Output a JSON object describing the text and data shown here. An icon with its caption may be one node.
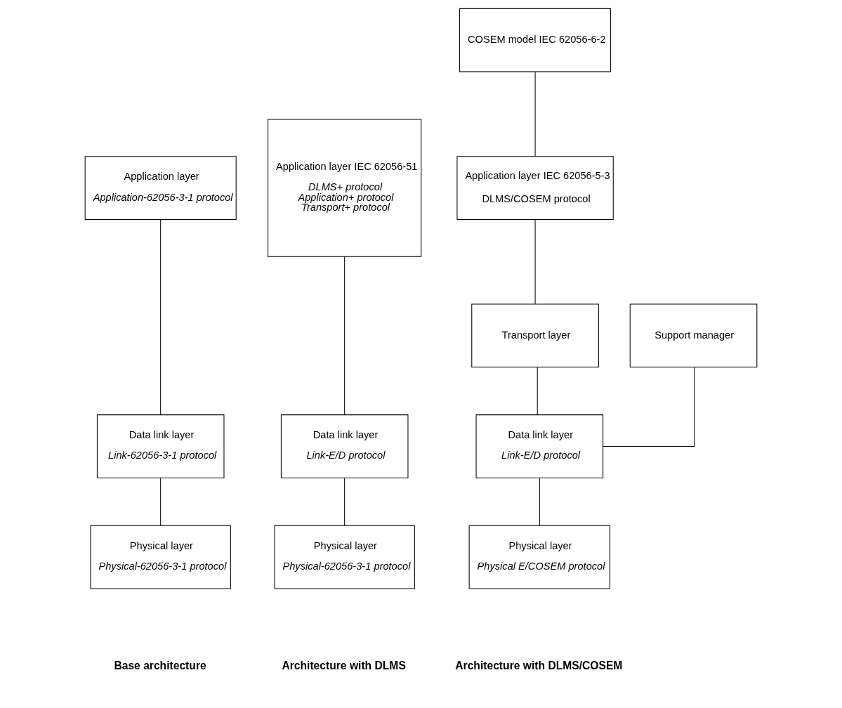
{
  "diagram": {
    "nodes": [
      {
        "text": [
          "Application layer",
          "Application-62056-3-1 protocol"
        ]
      },
      {
        "text": [
          "Data link layer",
          "Link-62056-3-1 protocol"
        ]
      },
      {
        "text": [
          "Physical layer",
          "Physical-62056-3-1 protocol"
        ]
      },
      {
        "text": [
          "Application layer IEC 62056-51",
          "DLMS+ protocol",
          "Application+ protocol",
          "Transport+ protocol"
        ]
      },
      {
        "text": [
          "Data link layer",
          "Link-E/D protocol"
        ]
      },
      {
        "text": [
          "Physical layer",
          "Physical-62056-3-1 protocol"
        ]
      },
      {
        "text": [
          "COSEM model IEC 62056-6-2"
        ]
      },
      {
        "text": [
          "Application layer IEC 62056-5-3",
          "DLMS/COSEM protocol"
        ]
      },
      {
        "text": [
          "Transport layer"
        ]
      },
      {
        "text": [
          "Support manager"
        ]
      },
      {
        "text": [
          "Data link layer",
          "Link-E/D protocol"
        ]
      },
      {
        "text": [
          "Physical layer",
          "Physical E/COSEM protocol"
        ]
      }
    ],
    "edges": [
      {
        "from": 0,
        "to": 1,
        "arrow": "none"
      },
      {
        "from": 1,
        "to": 2,
        "arrow": "none"
      },
      {
        "from": 3,
        "to": 4,
        "arrow": "none"
      },
      {
        "from": 4,
        "to": 5,
        "arrow": "none"
      },
      {
        "from": 6,
        "to": 7,
        "arrow": "none"
      },
      {
        "from": 7,
        "to": 8,
        "arrow": "none"
      },
      {
        "from": 8,
        "to": 10,
        "arrow": "none"
      },
      {
        "from": 9,
        "to": 10,
        "arrow": "none"
      },
      {
        "from": 10,
        "to": 11,
        "arrow": "none"
      }
    ],
    "labels": [
      "Base architecture",
      "Architecture with DLMS",
      "Architecture with DLMS/COSEM"
    ]
  }
}
